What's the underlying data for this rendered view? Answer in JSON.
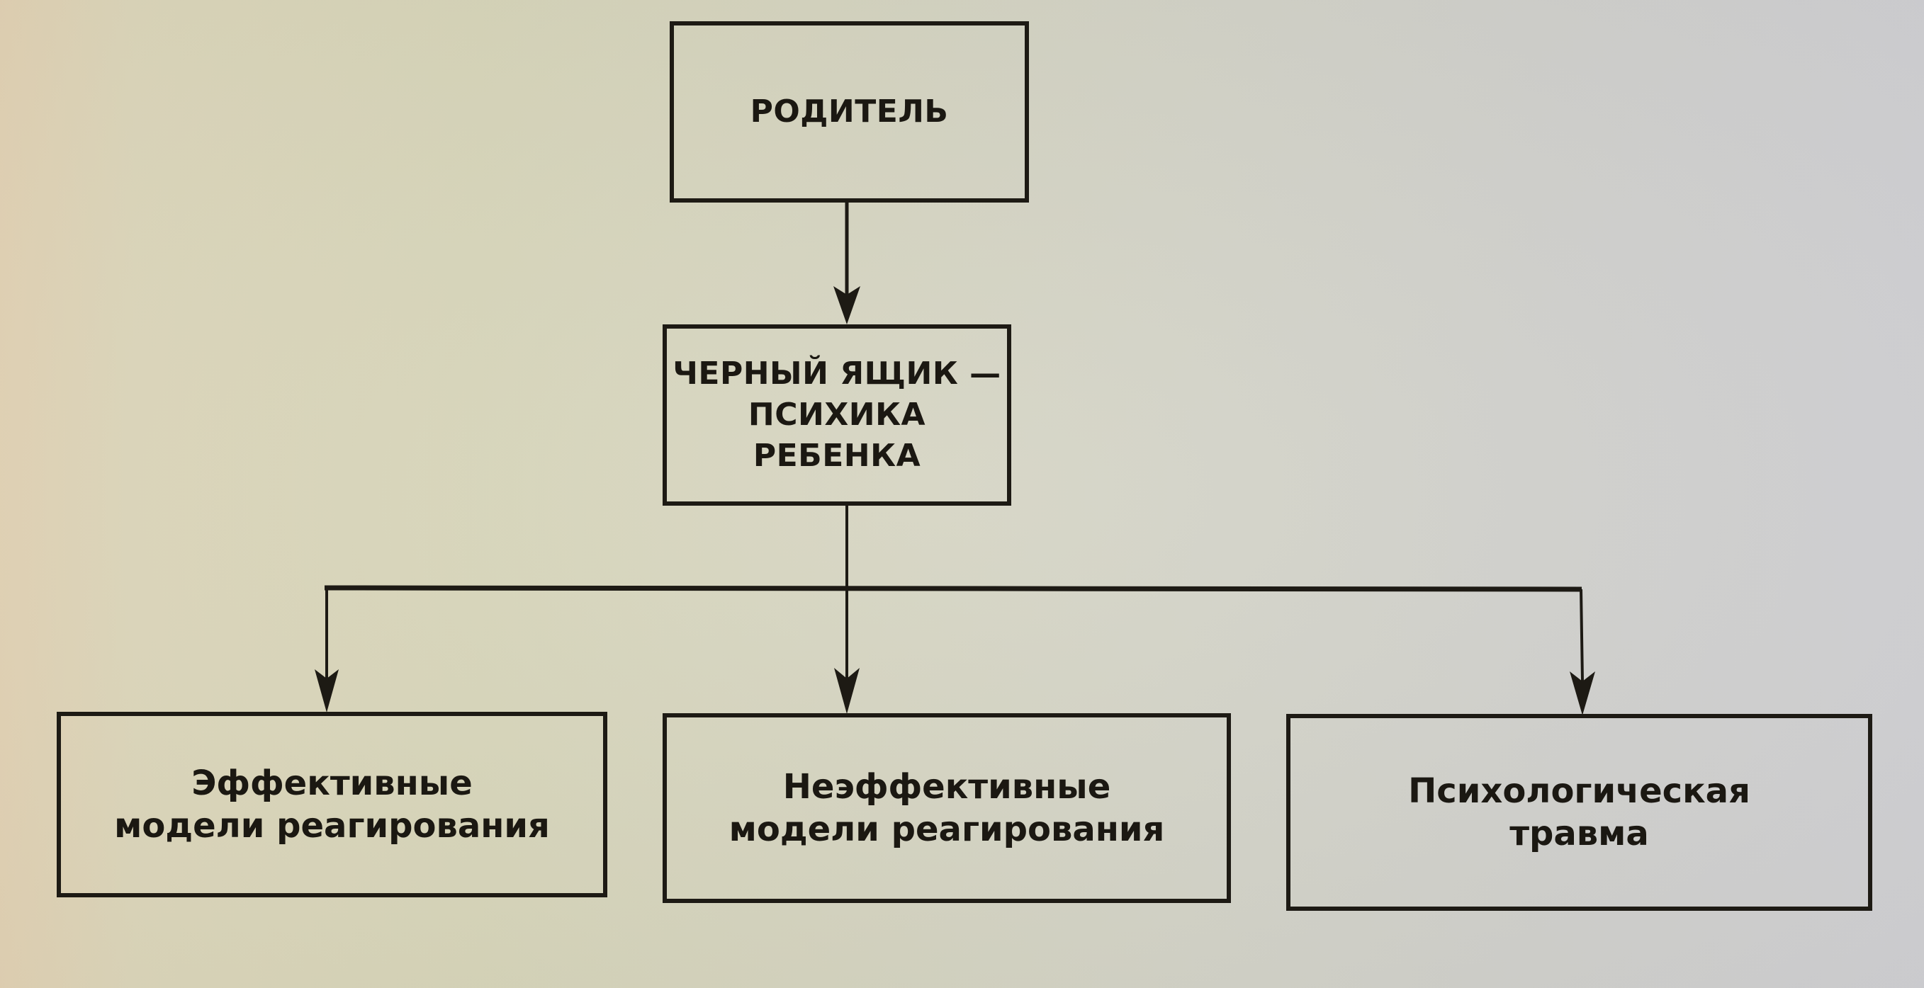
{
  "diagram": {
    "type": "hierarchy-flow",
    "nodes": [
      {
        "id": "parent",
        "lines": [
          "РОДИТЕЛЬ"
        ]
      },
      {
        "id": "blackbox",
        "lines": [
          "ЧЕРНЫЙ ЯЩИК —",
          "ПСИХИКА РЕБЕНКА"
        ]
      },
      {
        "id": "effective",
        "lines": [
          "Эффективные",
          "модели реагирования"
        ]
      },
      {
        "id": "ineffective",
        "lines": [
          "Неэффективные",
          "модели реагирования"
        ]
      },
      {
        "id": "trauma",
        "lines": [
          "Психологическая",
          "травма"
        ]
      }
    ],
    "edges": [
      {
        "from": "parent",
        "to": "blackbox"
      },
      {
        "from": "blackbox",
        "to": "effective"
      },
      {
        "from": "blackbox",
        "to": "ineffective"
      },
      {
        "from": "blackbox",
        "to": "trauma"
      }
    ],
    "colors": {
      "ink": "#1d1a14",
      "paper_left": "#e3d3b5",
      "paper_right": "#d1d1d4"
    }
  }
}
